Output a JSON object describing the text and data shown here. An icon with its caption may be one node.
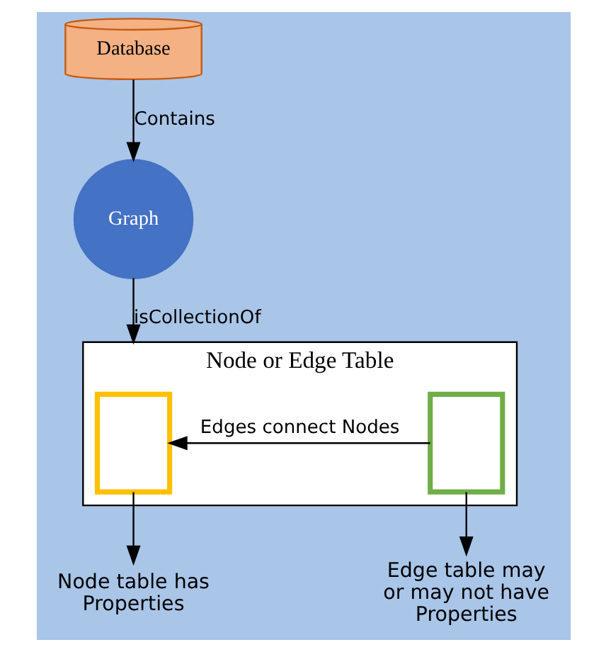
{
  "diagram": {
    "nodes": [
      {
        "text": [
          "Database"
        ]
      },
      {
        "text": [
          "Graph"
        ]
      },
      {
        "text": [
          "Node or Edge Table"
        ]
      },
      {
        "text": [],
        "shape": "box",
        "in": 2
      },
      {
        "text": [],
        "shape": "box",
        "in": 2
      },
      {
        "text": [
          "Node table has Properties"
        ]
      },
      {
        "text": [
          "Edge table may or may not have Properties"
        ]
      }
    ],
    "edges": [
      {
        "from": 0,
        "to": 1,
        "arrow": "to",
        "label": "Contains"
      },
      {
        "from": 1,
        "to": 2,
        "arrow": "to",
        "label": "isCollectionOf"
      },
      {
        "from": 3,
        "to": 5,
        "arrow": "to"
      },
      {
        "from": 4,
        "to": 3,
        "arrow": "to",
        "label": "Edges connect Nodes"
      },
      {
        "from": 4,
        "to": 6,
        "arrow": "to"
      }
    ]
  }
}
